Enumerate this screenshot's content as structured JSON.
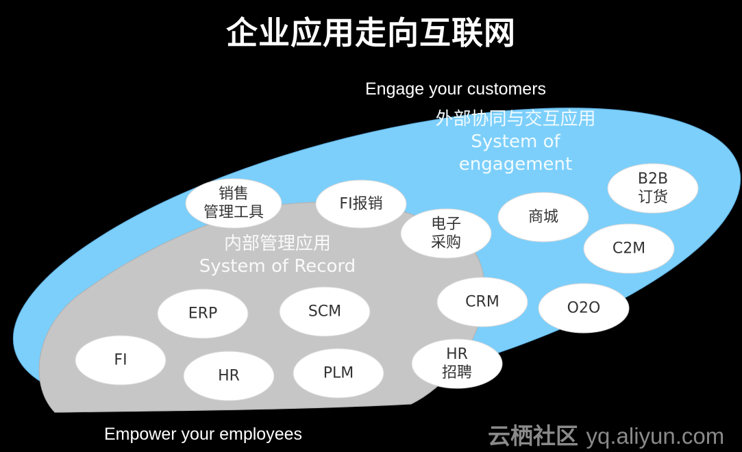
{
  "title": "企业应用走向互联网",
  "outer_caption": "Engage your customers",
  "inner_caption": "Empower your employees",
  "external_zone": {
    "label_zh": "外部协同与交互应用",
    "label_en_1": "System of",
    "label_en_2": "engagement",
    "color": "#7ccffb"
  },
  "internal_zone": {
    "label_zh": "内部管理应用",
    "label_en": "System of Record",
    "color": "#c6c6c6"
  },
  "watermark": {
    "brand": "云栖社区",
    "url": "yq.aliyun.com"
  },
  "nodes": [
    {
      "id": "sales-tools",
      "lines": [
        "销售",
        "管理工具"
      ]
    },
    {
      "id": "fi-reimburse",
      "lines": [
        "FI报销"
      ]
    },
    {
      "id": "e-procurement",
      "lines": [
        "电子",
        "采购"
      ]
    },
    {
      "id": "mall",
      "lines": [
        "商城"
      ]
    },
    {
      "id": "b2b-order",
      "lines": [
        "B2B",
        "订货"
      ]
    },
    {
      "id": "c2m",
      "lines": [
        "C2M"
      ]
    },
    {
      "id": "erp",
      "lines": [
        "ERP"
      ]
    },
    {
      "id": "scm",
      "lines": [
        "SCM"
      ]
    },
    {
      "id": "crm",
      "lines": [
        "CRM"
      ]
    },
    {
      "id": "o2o",
      "lines": [
        "O2O"
      ]
    },
    {
      "id": "fi",
      "lines": [
        "FI"
      ]
    },
    {
      "id": "hr",
      "lines": [
        "HR"
      ]
    },
    {
      "id": "plm",
      "lines": [
        "PLM"
      ]
    },
    {
      "id": "hr-recruit",
      "lines": [
        "HR",
        "招聘"
      ]
    }
  ]
}
